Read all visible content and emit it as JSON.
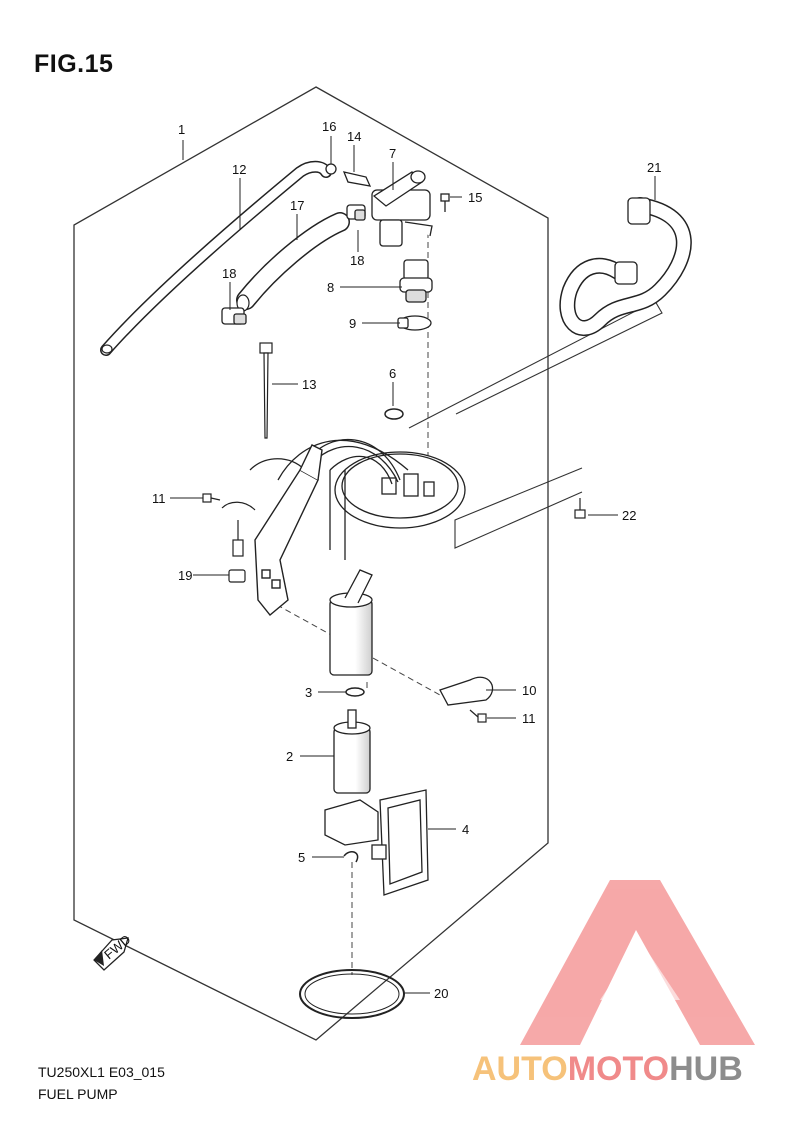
{
  "figure": {
    "title": "FIG.15",
    "code": "TU250XL1 E03_015",
    "caption": "FUEL PUMP"
  },
  "callouts": [
    "1",
    "2",
    "3",
    "4",
    "5",
    "6",
    "7",
    "8",
    "9",
    "10",
    "11",
    "11",
    "12",
    "13",
    "14",
    "15",
    "16",
    "17",
    "18",
    "18",
    "19",
    "20",
    "21",
    "22"
  ],
  "fwd_label": "FWD",
  "watermark": {
    "part1": "AUTO",
    "part2": "MOTO",
    "part3": "HUB",
    "colors": {
      "part1": "#f6c27a",
      "part2": "#f08a8a",
      "part3": "#8d8d8d",
      "triangle": "#f08a8a"
    }
  }
}
